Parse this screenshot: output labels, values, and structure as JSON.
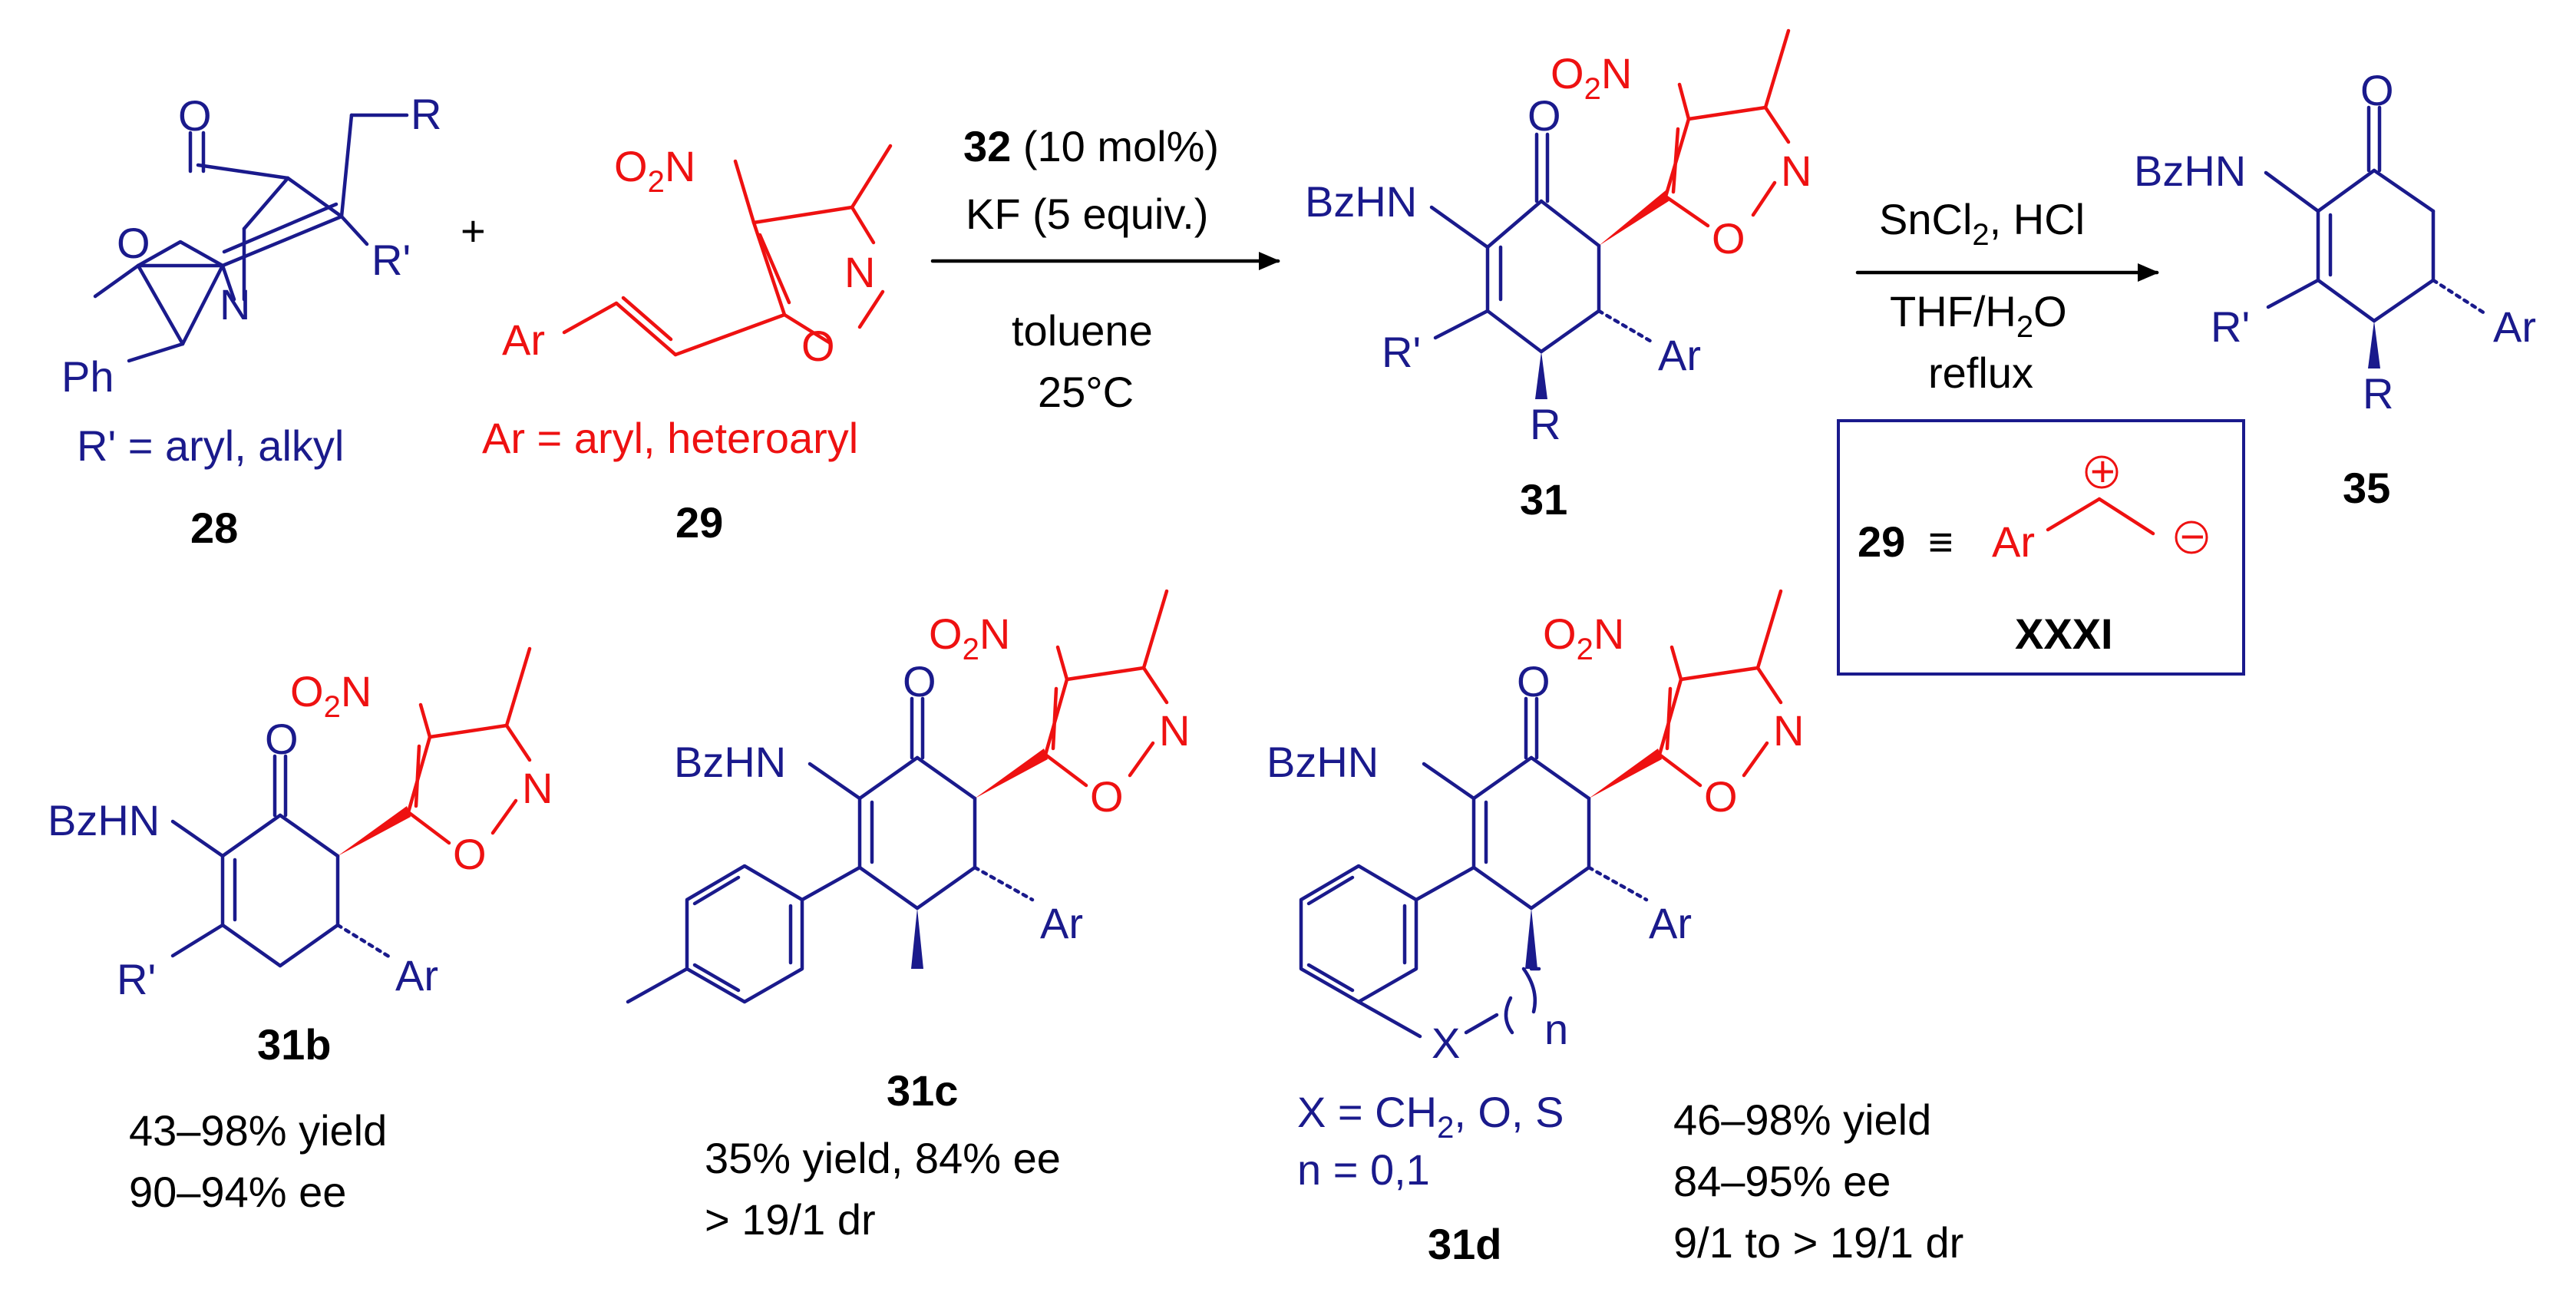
{
  "colors": {
    "substrate": "#1a1a8c",
    "reagent": "#ee1111",
    "text": "#000000"
  },
  "labels": {
    "o": "O",
    "n": "N",
    "r": "R",
    "rp": "R'",
    "ar": "Ar",
    "ph": "Ph",
    "bzhn": "BzHN",
    "o2n": "O",
    "o2n_sub": "2",
    "o2n_n": "N",
    "x": "X",
    "n_sub": "n"
  },
  "compounds": {
    "c28": {
      "id": "28",
      "note": "R' = aryl, alkyl"
    },
    "c29": {
      "id": "29",
      "note": "Ar = aryl, heteroaryl"
    },
    "c31": {
      "id": "31"
    },
    "c35": {
      "id": "35"
    },
    "c31b": {
      "id": "31b",
      "results": [
        "43–98% yield",
        "90–94% ee"
      ]
    },
    "c31c": {
      "id": "31c",
      "results": [
        "35% yield, 84% ee",
        "> 19/1 dr"
      ]
    },
    "c31d": {
      "id": "31d",
      "notes": [
        "X = CH",
        "2",
        ", O, S",
        "n = 0,1"
      ],
      "results": [
        "46–98% yield",
        "84–95% ee",
        "9/1 to > 19/1 dr"
      ]
    }
  },
  "plus": "+",
  "step1": {
    "cat": "32",
    "cat_load": " (10 mol%)",
    "base": "KF (5 equiv.)",
    "solvent": "toluene",
    "temp": "25°C"
  },
  "step2": {
    "reagent_a": "SnCl",
    "reagent_sub": "2",
    "reagent_b": ", HCl",
    "solvent_a": "THF/H",
    "solvent_sub": "2",
    "solvent_b": "O",
    "cond": "reflux"
  },
  "synthon": {
    "lhs": "29",
    "equiv": "≡",
    "ar": "Ar",
    "name": "XXXI",
    "plus": "+",
    "minus": "−"
  }
}
